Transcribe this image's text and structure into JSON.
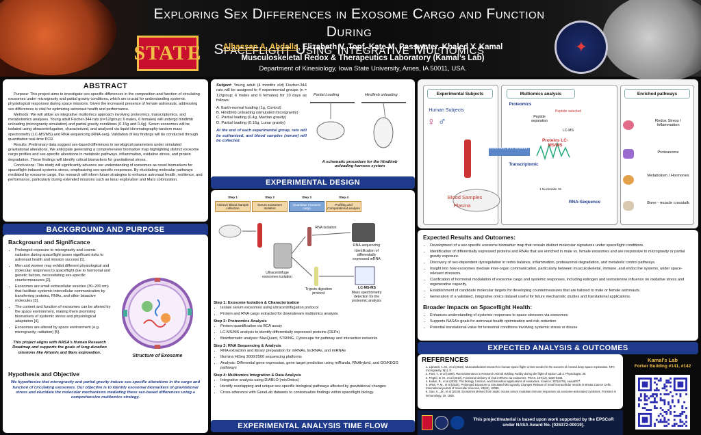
{
  "header": {
    "title_line1": "Exploring Sex Differences  in Exosome Cargo and Function During",
    "title_line2": "Spaceflight Using Integrative Multiomics",
    "lead_author": "Alhassan A. Abdalla",
    "coauthors": ", Elizabeth V. Topf, Kate M. Passwater, Khaled Y. Kamal",
    "lab": "Musculoskeletal Redox & Therapeutics Laboratory (Kamal’s Lab)",
    "department": "Department of Kinesiology, Iowa State University, Ames, IA 50011, USA.",
    "isu_logo_text": "STATE"
  },
  "abstract": {
    "heading": "ABSTRACT",
    "purpose": "Purpose: This project aims to investigate sex-specific differences in the composition and function of circulating exosomes under microgravity and partial gravity conditions, which are crucial for understanding systemic physiological responses during space missions. Given the increased presence of female astronauts, addressing sex differences is vital for optimizing astronaut health and performance.",
    "methods": "Methods: We will utilize an integrative multiomics approach involving proteomics, transcriptomics, and metabolomics analyses. Young adult Fischer-344 rats (n=12/group; 6 males, 6 females) will undergo hindlimb unloading (microgravity simulation) and partial gravity conditions (0.15g and 0.4g). Serum exosomes will be isolated using ultracentrifugation, characterized, and analyzed via liquid chromatography-tandem mass spectrometry (LC-MS/MS) and RNA-sequencing (RNA-seq). Validation of key findings will be conducted through quantitative real-time PCR.",
    "results": "Results: Preliminary data suggest sex-based differences in serological parameters under simulated gravitational alterations. We anticipate generating a comprehensive biomarker map highlighting distinct exosome cargo profiles and sex-specific alterations in metabolic pathways, inflammation, oxidative stress, and protein degradation. These findings will identify critical biomarkers for gravitational stress.",
    "conclusions": "Conclusions: This study will significantly advance our understanding of exosomes as novel biomarkers for spaceflight-induced systemic stress, emphasizing sex-specific responses. By elucidating molecular pathways mediated by exosome cargo, this research will inform future strategies to enhance astronaut health, resilience, and performance, particularly during extended missions such as lunar exploration and Mars colonization."
  },
  "background": {
    "banner": "BACKGROUND AND PURPOSE",
    "heading": "Background and Significance",
    "bullets": [
      "Prolonged exposure to microgravity and cosmic radiation during spaceflight poses significant risks to astronaut health and mission success [1].",
      "Men and women may exhibit different physiological and molecular responses to spaceflight due to hormonal and genetic factors, necessitating sex-specific countermeasures.[2].",
      "Exosomes are small extracellular vesicles (30–200 nm) that facilitate systemic intercellular communication by transferring proteins, RNAs, and other bioactive molecules [3].",
      "The content and function of exosomes can be altered by the space environment, making them promising biomarkers of systemic stress and physiological adaptation [4].",
      "Exosomes are altered by space environment (e.g. microgravity, radiation) [5]."
    ],
    "nasa_note": "This project aligns with NASA’s Human Research Roadmap and supports the goals of long-duration missions like Artemis and Mars exploration.",
    "exosome_caption": "Structure of Exosome",
    "hyp_heading": "Hypothesis and Objective",
    "hypothesis": "We hypothesize that microgravity and partial gravity induce sex-specific alterations in the cargo and function of circulating exosomes. Our objective is to identify exosomal biomarkers of gravitational stress and elucidate the molecular mechanisms mediating these sex-based differences using a comprehensive multiomics strategy."
  },
  "design": {
    "subject_label": "Subject:",
    "subject_text": " Young adult (4 months old) Fischer-344 rats will be assigned to 4 experimental groups (n = 12/group; 6 males and 6 females) for 10 days as follows:",
    "groups": [
      "A.  Earth-normal loading (1g, Control)",
      "B.  Hindlimb unloading (simulated microgravity)",
      "C.  Partial loading (0.4g, Martian gravity)",
      "D.  Partial loading (0.16g, Lunar gravity)"
    ],
    "note": "At the end of each experimental group, rats will be euthanized, and blood samples (serum) will be collected.",
    "img_label_partial": "Partial Loading",
    "img_label_hindlimb": "Hindlimb unloading",
    "img_caption": "A schematic procedure for the Hindlimb unloading-harness system",
    "banner": "EXPERIMENTAL DESIGN"
  },
  "flow": {
    "steps": [
      {
        "num": "Step 1",
        "label": "Animal / Blood Sample collection"
      },
      {
        "num": "Step 2",
        "label": "Serum exosomes Isolation"
      },
      {
        "num": "Step 3",
        "label": "Quantitate exosome cargo"
      },
      {
        "num": "Step 4",
        "label": "Profiling and Computational analysis"
      }
    ],
    "diagram_labels": {
      "rna": "RNA isolation",
      "rnaseq": "RNA-sequencing",
      "ident": "Identification of differentially expressed mRNA",
      "ultra": "Ultracentrifuge exosomes isolation",
      "trypsin": "Trypsin digestion protocol",
      "lcms": "LC-MS-MS",
      "mass": "Mass spectrometry detection for the proteomic analysis"
    },
    "s1_heading": "Step 1: Exosome Isolation & Characterization",
    "s1": [
      "Isolate serum exosomes using ultracentrifugation protocol",
      "Protein and RNA cargo extracted for downstream multiomics analysis"
    ],
    "s2_heading": "Step 2: Proteomics Analysis",
    "s2": [
      "Protein quantification via BCA assay",
      "LC-MS/MS analysis to identify differentially expressed proteins (DEPs)",
      "Bioinformatic analysis: MaxQuant, STRING, Cytoscape for pathway and interaction networks"
    ],
    "s3_heading": "Step 3: RNA Sequencing & Analysis",
    "s3": [
      "RNA extraction and library preparation for mRNAs, lncRNAs, and miRNAs",
      "Illumina HiSeq 3000/2500 sequencing platforms",
      "Analysis: Differential gene expression, gene target prediction using miRanda, RNAhybrid, and GO/KEGG pathways"
    ],
    "s4_heading": "Step 4: Multiomics Integration & Data Analysis",
    "s4": [
      "Integrative analysis using DIABLO (mixOmics)",
      "Identify overlapping and unique sex-specific biological pathways affected by gravitational changes",
      "Cross-reference with GeneLab datasets to contextualize findings within spaceflight biology"
    ],
    "banner": "EXPERIMENTAL ANALYSIS TIME FLOW"
  },
  "diagram": {
    "col1": "Experimental Subjects",
    "col2": "Multiomics analysis",
    "col3": "Enriched pathways",
    "human_subjects": "Human Subjects",
    "blood_samples": "Blood Samples",
    "plasma": "Plasma",
    "exosomes": "Exosomes, EVs Isolation",
    "proteomics": "Proteomics",
    "peptide": "Peptide separation",
    "peptide_sel": "Peptide selected",
    "lcms": "LC-MS",
    "proteins": "Proteins LC-MS/MS",
    "transcriptomic": "Transcriptomic",
    "nucleotide": "1   Nucleotide   15",
    "rnaseq": "RNA-Sequence",
    "pathways": [
      "Redox Stress / Inflammation",
      "Proteasome",
      "Metabolism / Hormones",
      "Bone - muscle crosstalk"
    ]
  },
  "expected": {
    "heading": "Expected Results and Outcomes:",
    "bullets": [
      "Development of a sex-specific exosome biomarker map that reveals distinct molecular signatures under spaceflight conditions.",
      "Identification of differentially expressed proteins and RNAs that are enriched in male vs. female exosomes and are responsive to microgravity or partial gravity exposure.",
      "Discovery of sex-dependent dysregulation in redox balance, inflammation, proteasomal degradation, and metabolic control pathways.",
      "Insight into how exosomes mediate inter-organ communication, particularly between musculoskeletal, immune, and endocrine systems, under space-relevant stressors.",
      "Clarification of hormonal modulation of exosome cargo and systemic responses, including estrogen and testosterone influence on oxidative stress and regenerative capacity.",
      "Establishment of candidate molecular targets for developing countermeasures that are tailored to male or female astronauts.",
      "Generation of a validated, integrative omics dataset useful for future mechanistic studies and translational applications."
    ],
    "impact_heading": "Broader Impacts on Spaceflight Health:",
    "impact": [
      "Enhances understanding of systemic responses to space stressors via exosomes",
      "Supports NASA’s goals for astronaut health optimization and risk reduction",
      "Potential translational value for terrestrial conditions involving systemic stress or disuse"
    ],
    "banner": "EXPECTED ANALYSIS  & OUTCOMES"
  },
  "references": {
    "heading": "REFERENCES",
    "items": [
      "1.  Liphardt, A.-M., et al (2023). Musculoskeletal research in human space flight–unmet needs for the success of crewed deep space exploration. NPJ microgravity, 9(1), 9.",
      "2.  Fast, T., et al (1990). Rat maintenance in Research Animal Holding Facility during the flight of Space Lab 3. Physiologist, 28.",
      "3.  Pegtel, D. M., et al (2010). Functional delivery of viral miRNAs via exosomes. PNAS, 107(14), 6328-6333.",
      "4.  Kalluri, R., et al (2020). The biology, function, and biomedical applications of exosomes. Science, 367(6478), eaau6977.",
      "5.  Wise, P. M., et al (2022). Prolonged Exposure to Simulated Microgravity Changes Release of Small Extracellular Vesicle in Breast Cancer Cells. International journal of molecular sciences, 23(24), 16095.",
      "6.  Gao, K., Jin, et al (2019). Exosomes derived from septic mouse serum modulate immune responses via exosome-associated cytokines. Frontiers in immunology, 10, 1560."
    ]
  },
  "footer": {
    "support": "This project/material is based upon work supported by the EPSCoR under NASA Award No. [026372-00019].",
    "kamal": "Kamal’s Lab",
    "building": "Forker Building #141, #142"
  }
}
